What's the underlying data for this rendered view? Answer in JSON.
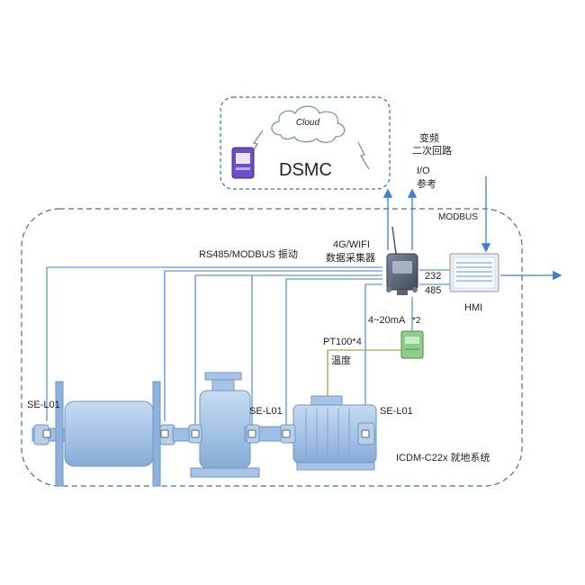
{
  "cloud_box": {
    "cloud_label": "Cloud",
    "platform_label": "DSMC"
  },
  "labels": {
    "vfd_secondary": [
      "变频",
      "二次回路"
    ],
    "io_ref": [
      "I/O",
      "参考"
    ],
    "modbus": "MODBUS",
    "rs485_vibration": "RS485/MODBUS 振动",
    "collector": [
      "4G/WIFI",
      "数据采集器"
    ],
    "port_232": "232",
    "port_485": "485",
    "hmi": "HMI",
    "current_signal": "4~20mA",
    "current_count": "*2",
    "pt100": "PT100*4",
    "temperature": "温度",
    "sensor_left": "SE-L01",
    "sensor_middle": "SE-L01",
    "sensor_right": "SE-L01",
    "system_name": "ICDM-C22x 就地系统"
  },
  "colors": {
    "line": "#3f7fc9",
    "dash": "#3f6fa8",
    "machine": "#a9c6e8",
    "machine_dark": "#7fa6d2",
    "temp_wire": "#b59a55",
    "transmitter": "#8fce8a"
  }
}
